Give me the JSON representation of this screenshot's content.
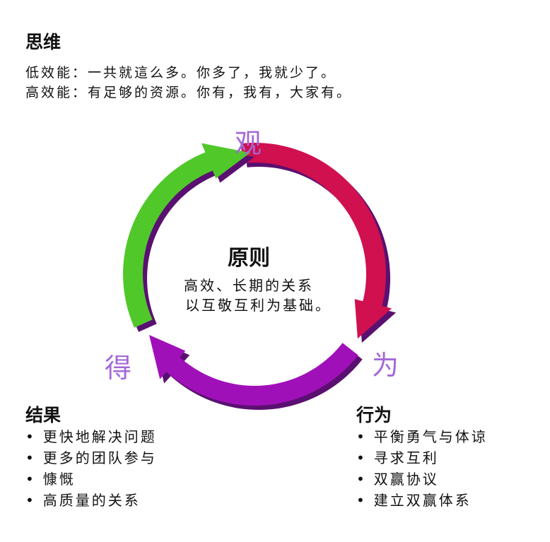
{
  "thinking": {
    "title": "思维",
    "low": "低效能：一共就這么多。你多了，我就少了。",
    "high": "高效能：有足够的资源。你有，我有，大家有。"
  },
  "cycle": {
    "top_label": "观",
    "right_label": "为",
    "left_label": "得",
    "center_title": "原则",
    "center_line1": "高效、长期的关系",
    "center_line2": "以互敬互利为基础。",
    "colors": {
      "red": "#d0104f",
      "purple": "#a010b8",
      "green": "#50c82a",
      "label": "#a468d8"
    }
  },
  "results": {
    "title": "结果",
    "items": [
      "更快地解决问题",
      "更多的团队参与",
      "慷慨",
      "高质量的关系"
    ]
  },
  "behavior": {
    "title": "行为",
    "items": [
      "平衡勇气与体谅",
      "寻求互利",
      "双赢协议",
      "建立双赢体系"
    ]
  }
}
